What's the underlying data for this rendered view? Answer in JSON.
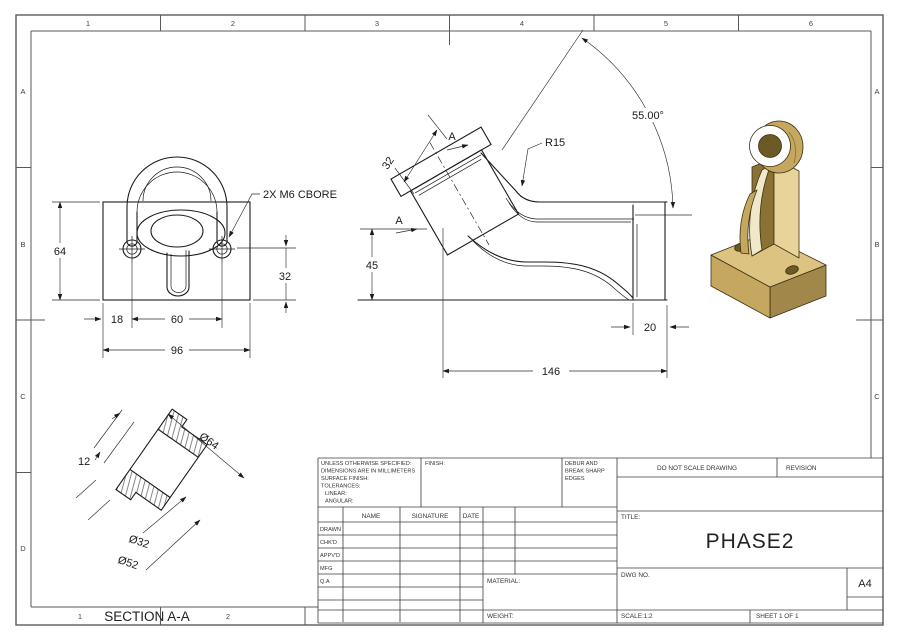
{
  "drawing": {
    "zones": {
      "top": [
        "1",
        "2",
        "3",
        "4",
        "5",
        "6"
      ],
      "bottom": [
        "1",
        "2"
      ],
      "left": [
        "A",
        "B",
        "C",
        "D"
      ],
      "right": [
        "A",
        "B",
        "C"
      ]
    },
    "front_view": {
      "dim_height": "64",
      "dim_hole_height": "32",
      "dim_left_offset": "18",
      "dim_hole_pitch": "60",
      "dim_width": "96",
      "callout": "2X M6 CBORE"
    },
    "side_view": {
      "dim_boss": "32",
      "dim_height": "45",
      "dim_radius": "R15",
      "dim_angle": "55.00°",
      "dim_plate": "20",
      "dim_length": "146",
      "marker_a": "A"
    },
    "section_view": {
      "label": "SECTION A-A",
      "dim_step": "12",
      "dim_outer": "Ø64",
      "dim_bore": "Ø32",
      "dim_body": "Ø52"
    },
    "title_block": {
      "spec_lines": [
        "UNLESS OTHERWISE SPECIFIED:",
        "DIMENSIONS ARE IN MILLIMETERS",
        "SURFACE FINISH:",
        "TOLERANCES:",
        "LINEAR:",
        "ANGULAR:"
      ],
      "finish": "FINISH:",
      "debur_lines": [
        "DEBUR AND",
        "BREAK SHARP",
        "EDGES"
      ],
      "do_not_scale": "DO NOT SCALE DRAWING",
      "revision": "REVISION",
      "col_name": "NAME",
      "col_signature": "SIGNATURE",
      "col_date": "DATE",
      "rows": [
        "DRAWN",
        "CHK'D",
        "APPV'D",
        "MFG",
        "Q.A"
      ],
      "material": "MATERIAL:",
      "weight": "WEIGHT:",
      "title_label": "TITLE:",
      "title": "PHASE2",
      "dwg_no": "DWG NO.",
      "paper_size": "A4",
      "scale": "SCALE:1:2",
      "sheet": "SHEET 1 OF 1"
    },
    "iso_colors": {
      "gold_light": "#dcc382",
      "gold_mid": "#c5a75f",
      "gold_dark": "#a2874a",
      "gold_deep": "#8a7134",
      "cream": "#f1e8cb",
      "bore": "#6b5a26",
      "white_ring": "#ffffff"
    }
  }
}
